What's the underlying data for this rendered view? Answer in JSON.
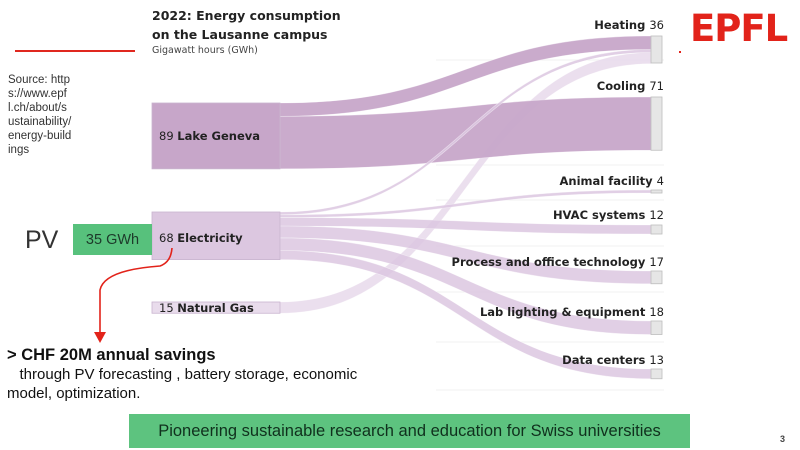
{
  "chart_data": {
    "type": "sankey",
    "title": "2022: Energy consumption on the Lausanne campus",
    "title_lines": [
      "2022: Energy consumption",
      "on the Lausanne campus"
    ],
    "subtitle": "Gigawatt hours (GWh)",
    "sources": [
      {
        "name": "Lake Geneva",
        "value": 89
      },
      {
        "name": "Electricity",
        "value": 68
      },
      {
        "name": "Natural Gas",
        "value": 15
      }
    ],
    "destinations": [
      {
        "name": "Heating",
        "value": 36
      },
      {
        "name": "Cooling",
        "value": 71
      },
      {
        "name": "Animal facility",
        "value": 4
      },
      {
        "name": "HVAC systems",
        "value": 12
      },
      {
        "name": "Process and office technology",
        "value": 17
      },
      {
        "name": "Lab lighting & equipment",
        "value": 18
      },
      {
        "name": "Data centers",
        "value": 13
      }
    ],
    "flows": [
      {
        "from": "Lake Geneva",
        "to": "Heating",
        "value": 18
      },
      {
        "from": "Lake Geneva",
        "to": "Cooling",
        "value": 71
      },
      {
        "from": "Electricity",
        "to": "Heating",
        "value": 4
      },
      {
        "from": "Electricity",
        "to": "Animal facility",
        "value": 4
      },
      {
        "from": "Electricity",
        "to": "HVAC systems",
        "value": 12
      },
      {
        "from": "Electricity",
        "to": "Process and office technology",
        "value": 17
      },
      {
        "from": "Electricity",
        "to": "Lab lighting & equipment",
        "value": 18
      },
      {
        "from": "Electricity",
        "to": "Data centers",
        "value": 13
      },
      {
        "from": "Natural Gas",
        "to": "Heating",
        "value": 15
      }
    ],
    "colors": {
      "lake": "#c7a6c9",
      "electricity": "#dcc7e0",
      "gas": "#e9dcec",
      "node_dest": "#e6e6e6",
      "node_dest_border": "#bdbdbd",
      "node_src_border": "#c9b4cf"
    }
  },
  "source_note": "Source: https://www.epfl.ch/about/sustainability/energy-buildings",
  "logo": "EPFL",
  "pv": {
    "label": "PV",
    "box": "35 GWh"
  },
  "savings": {
    "headline": "> CHF 20M annual savings",
    "detail": "through PV forecasting , battery storage,  economic model, optimization."
  },
  "banner": "Pioneering sustainable research and education for Swiss universities",
  "page_number": "3",
  "accent_color": "#e2231a",
  "green_color": "#57c17c"
}
